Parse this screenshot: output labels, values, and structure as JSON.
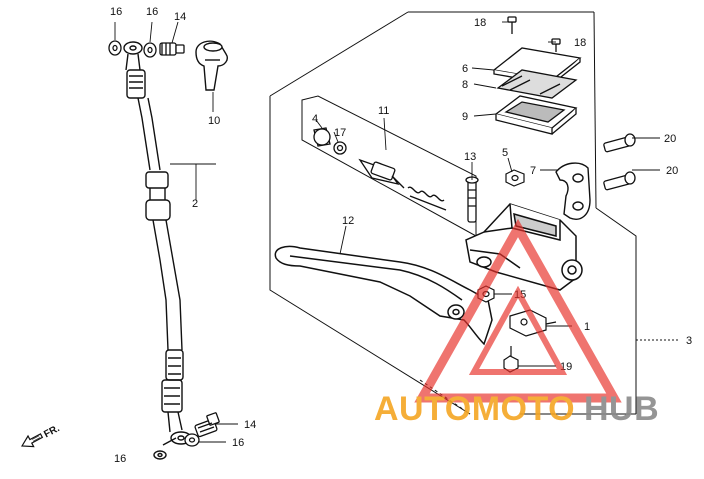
{
  "callouts": {
    "c16a": "16",
    "c16b": "16",
    "c14a": "14",
    "c18a": "18",
    "c18b": "18",
    "c6": "6",
    "c8": "8",
    "c9": "9",
    "c10": "10",
    "c11": "11",
    "c4": "4",
    "c17": "17",
    "c13": "13",
    "c5": "5",
    "c7": "7",
    "c20a": "20",
    "c20b": "20",
    "c2": "2",
    "c12": "12",
    "c15": "15",
    "c1": "1",
    "c3": "3",
    "c19": "19",
    "c14b": "14",
    "c16c": "16",
    "c16d": "16"
  },
  "direction_label": "FR.",
  "watermark": {
    "part1": "AUTOMOTO",
    "part2": "HUB",
    "color_main": "#f5a623",
    "color_hub": "#8a8a8a",
    "color_triangle": "#e8322b"
  }
}
